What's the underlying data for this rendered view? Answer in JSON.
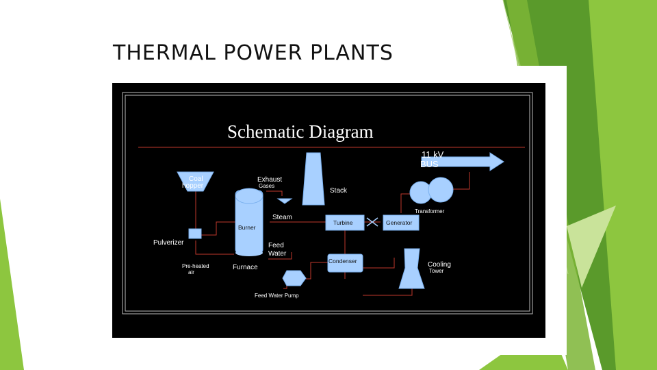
{
  "slide": {
    "title": "THERMAL POWER PLANTS"
  },
  "colors": {
    "accent_green": "#8dc63f",
    "dark_green": "#5a9a2b",
    "diagram_background": "#000000",
    "component_fill": "#a8d0ff",
    "pipe_line": "#c0392b"
  },
  "diagram": {
    "heading": "Schematic Diagram",
    "labels": {
      "bus": [
        "11 kV",
        "BUS"
      ],
      "coal_hopper": [
        "Coal",
        "hopper"
      ],
      "exhaust": [
        "Exhaust",
        "Gases"
      ],
      "stack": "Stack",
      "transformer": "Transformer",
      "steam": "Steam",
      "burner": "Burner",
      "turbine": "Turbine",
      "generator": "Generator",
      "pulverizer": "Pulverizer",
      "feed_water": [
        "Feed",
        "Water"
      ],
      "pre_heated_air": [
        "Pre-heated",
        "air"
      ],
      "furnace": "Furnace",
      "condenser": "Condenser",
      "cooling_tower": [
        "Cooling",
        "Tower"
      ],
      "feed_water_pump": "Feed Water Pump"
    }
  }
}
